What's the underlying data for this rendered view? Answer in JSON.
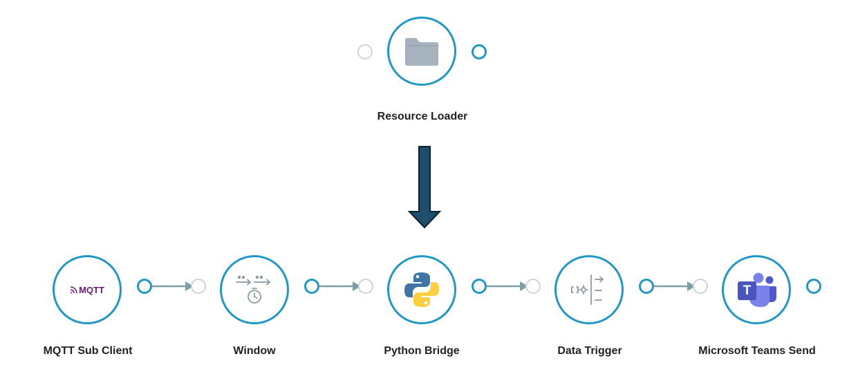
{
  "canvas": {
    "colors": {
      "node_border": "#1f97c7",
      "out_port": "#1f97c7",
      "in_port": "#cdd3d8",
      "connector": "#7f9ea8",
      "big_arrow_fill": "#1d4e6b",
      "big_arrow_stroke": "#0b2233"
    }
  },
  "nodes": {
    "resource_loader": {
      "label": "Resource Loader",
      "icon": "folder-icon"
    },
    "mqtt_sub_client": {
      "label": "MQTT Sub Client",
      "icon": "mqtt-logo-icon",
      "logo_text": "MQTT"
    },
    "window": {
      "label": "Window",
      "icon": "window-timer-icon"
    },
    "python_bridge": {
      "label": "Python Bridge",
      "icon": "python-logo-icon"
    },
    "data_trigger": {
      "label": "Data Trigger",
      "icon": "data-trigger-icon"
    },
    "teams_send": {
      "label": "Microsoft Teams Send",
      "icon": "teams-logo-icon",
      "logo_text": "T"
    }
  },
  "edges": [
    {
      "from": "mqtt_sub_client",
      "to": "window"
    },
    {
      "from": "window",
      "to": "python_bridge"
    },
    {
      "from": "python_bridge",
      "to": "data_trigger"
    },
    {
      "from": "data_trigger",
      "to": "teams_send"
    },
    {
      "from": "resource_loader",
      "to": "python_bridge",
      "style": "big-arrow"
    }
  ]
}
